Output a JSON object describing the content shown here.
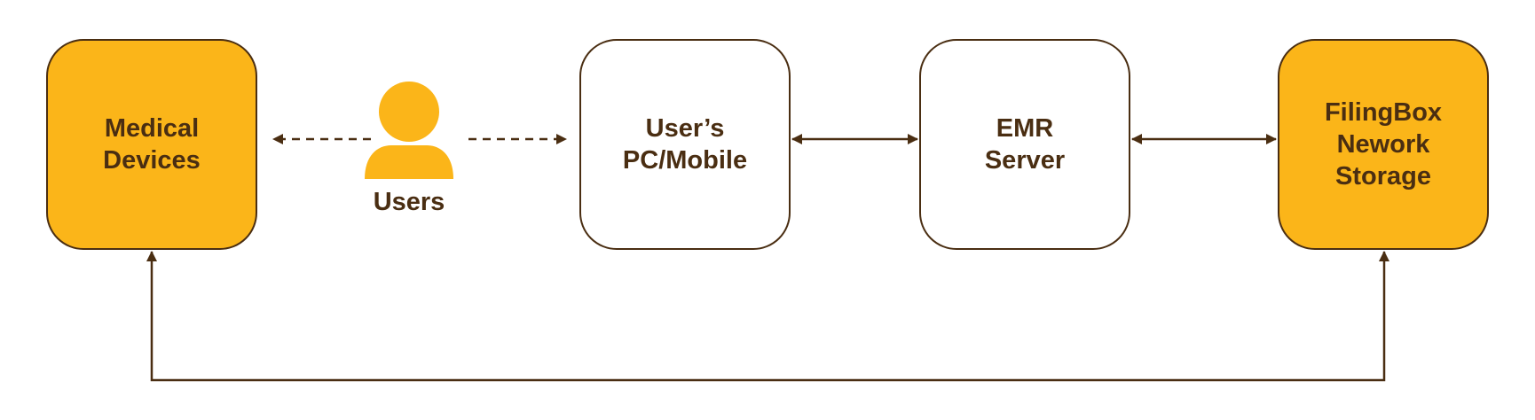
{
  "nodes": {
    "medical_devices": {
      "label": "Medical\nDevices"
    },
    "users_pc": {
      "label": "User’s\nPC/Mobile"
    },
    "emr_server": {
      "label": "EMR\nServer"
    },
    "filingbox": {
      "label": "FilingBox\nNework\nStorage"
    }
  },
  "users": {
    "label": "Users",
    "icon": "user-icon"
  },
  "colors": {
    "accent": "#fbb519",
    "stroke": "#4a2e12",
    "background": "#ffffff"
  }
}
